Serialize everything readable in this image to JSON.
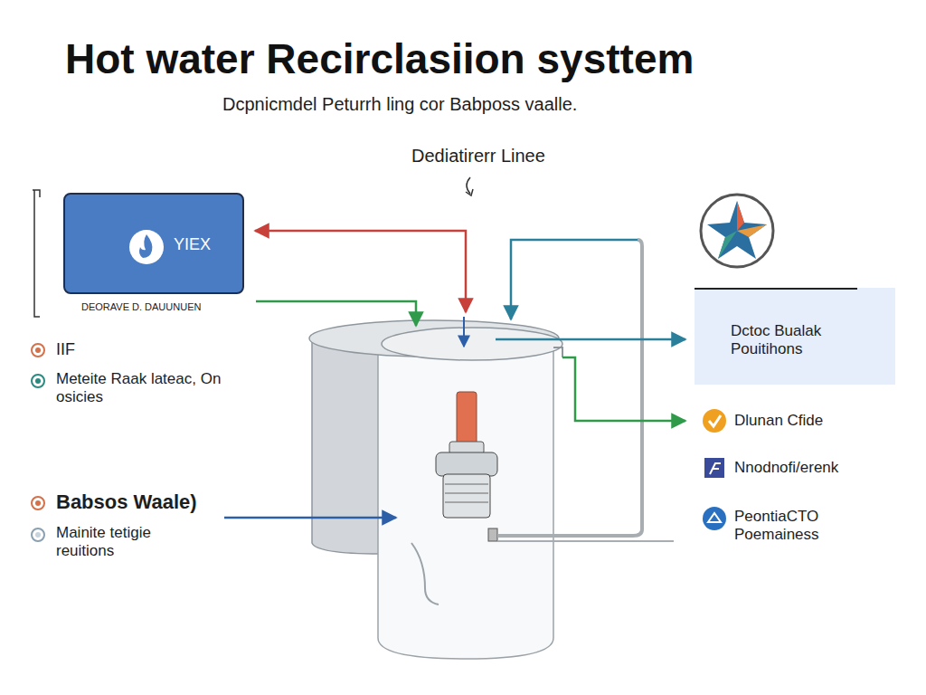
{
  "diagram": {
    "title": "Hot water Recirclasiion systtem",
    "nodes": [
      {
        "text": [
          "YIEX",
          "DEORAVE D. DAUUNUEN"
        ]
      },
      {
        "text": [
          "Dctoc Bualak Pouitihons"
        ]
      }
    ],
    "labels": [
      "Dcpnicmdel Peturrh ling cor Babposs vaalle.",
      "Dediatirerr Linee",
      "IIF",
      "Meteite Raak lateac, On osicies",
      "Babsos Waale)",
      "Mainite tetigie reuitions",
      "Dlunan Cfide",
      "Nnodnofi/erenk",
      "PeontiaCTO Poemainess"
    ]
  }
}
